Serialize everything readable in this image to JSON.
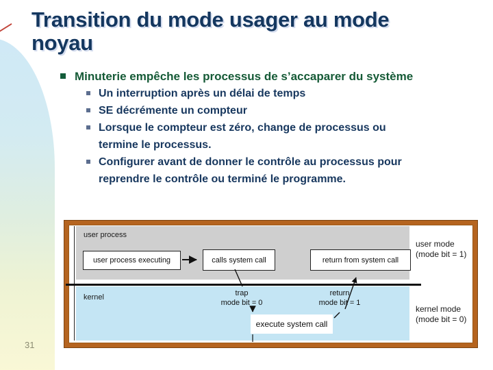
{
  "slide": {
    "title_line1": "Transition du mode usager au mode",
    "title_line2": "noyau",
    "page_number": "31"
  },
  "bullets": {
    "level1": "Minuterie empêche les processus de s’accaparer du système",
    "sub": [
      {
        "text": "Un interruption après un délai de temps"
      },
      {
        "text": "SE décrémente un compteur"
      },
      {
        "text": "Lorsque le compteur est zéro, change de processus ou termine le processus."
      },
      {
        "text": "Configurer avant de donner le contrôle au processus pour reprendre le contrôle ou terminé le programme."
      }
    ]
  },
  "diagram": {
    "user_region_label": "user process",
    "kernel_region_label": "kernel",
    "boxes": {
      "executing": "user process executing",
      "calls": "calls system call",
      "return_box": "return from system call",
      "execute": "execute system call"
    },
    "labels": {
      "trap_line1": "trap",
      "trap_line2": "mode bit = 0",
      "return_line1": "return",
      "return_line2": "mode bit = 1",
      "user_mode_line1": "user mode",
      "user_mode_line2": "(mode bit = 1)",
      "kernel_mode_line1": "kernel mode",
      "kernel_mode_line2": "(mode bit = 0)"
    }
  },
  "colors": {
    "title_navy": "#14375f",
    "bullet_green": "#155a36",
    "bullet_navy": "#17375e",
    "diagram_border": "#b5641f",
    "user_band_gray": "#cfcfcf",
    "kernel_band_blue": "#c4e5f4",
    "blob_blue": "#cfe9f6",
    "blob_yellow": "#fbf8d6"
  }
}
